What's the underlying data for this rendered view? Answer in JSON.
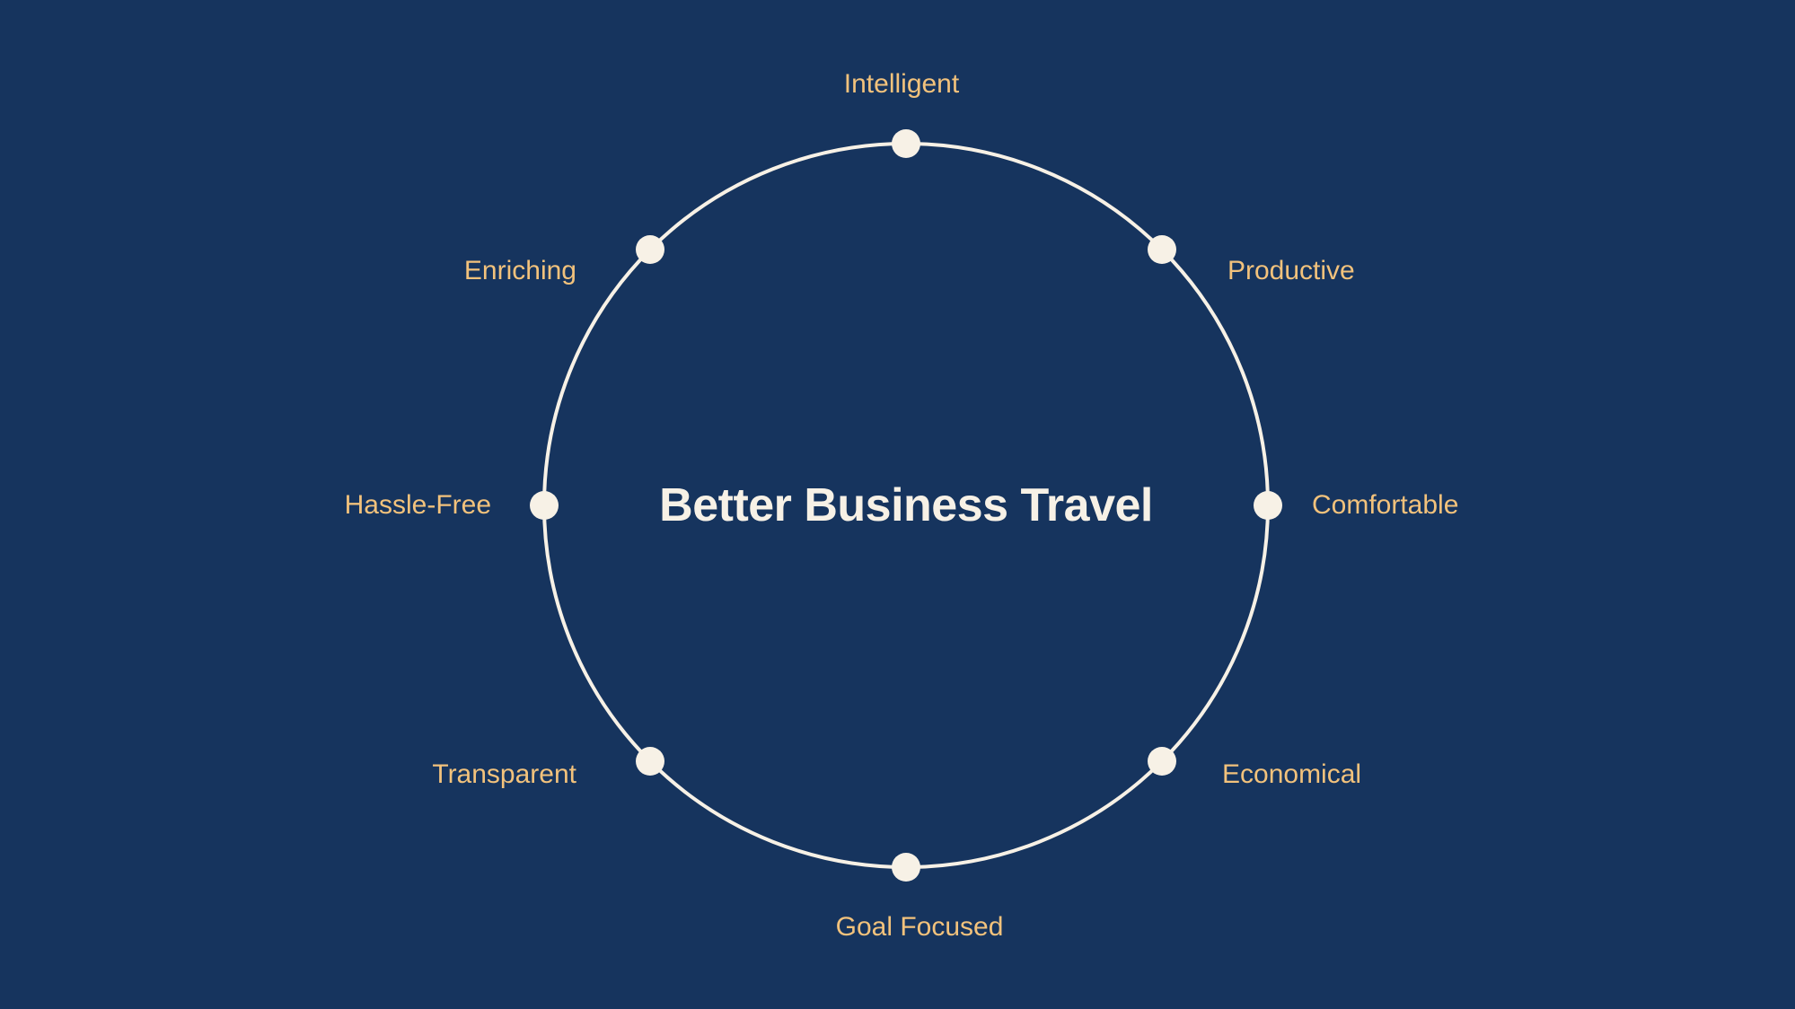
{
  "diagram": {
    "title": "Better Business Travel",
    "nodes": [
      {
        "label": "Intelligent"
      },
      {
        "label": "Productive"
      },
      {
        "label": "Comfortable"
      },
      {
        "label": "Economical"
      },
      {
        "label": "Goal Focused"
      },
      {
        "label": "Transparent"
      },
      {
        "label": "Hassle-Free"
      },
      {
        "label": "Enriching"
      }
    ]
  },
  "colors": {
    "background": "#16345e",
    "ring": "#f7f1e6",
    "label": "#f2c27c",
    "title": "#f7f1e6"
  }
}
